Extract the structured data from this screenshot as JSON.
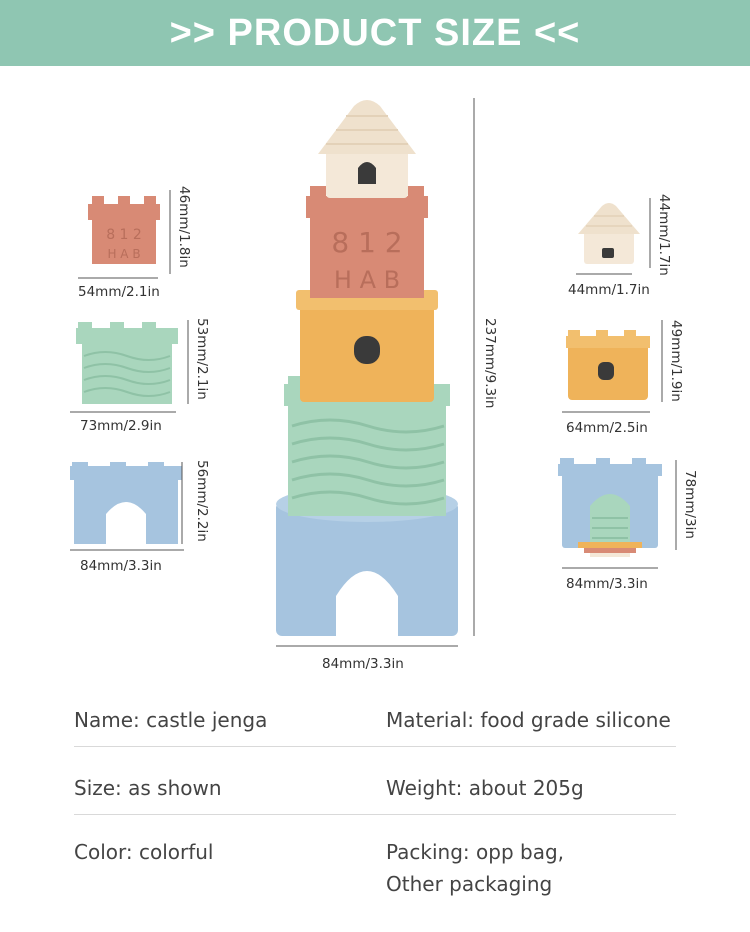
{
  "banner": {
    "title": ">> PRODUCT SIZE <<"
  },
  "colors": {
    "banner": "#8fc6b2",
    "terracotta": "#d88a75",
    "mint": "#a9d6bd",
    "sky": "#a6c4df",
    "mustard": "#efb35a",
    "cream": "#f4e8d8"
  },
  "product": {
    "block_text_top": "8 1 2",
    "block_text_bottom": "H A B"
  },
  "dimensions": {
    "left_top_h": "46mm/1.8in",
    "left_top_w": "54mm/2.1in",
    "left_mid_h": "53mm/2.1in",
    "left_mid_w": "73mm/2.9in",
    "left_bot_h": "56mm/2.2in",
    "left_bot_w": "84mm/3.3in",
    "tower_h": "237mm/9.3in",
    "tower_w": "84mm/3.3in",
    "right_top_h": "44mm/1.7in",
    "right_top_w": "44mm/1.7in",
    "right_mid_h": "49mm/1.9in",
    "right_mid_w": "64mm/2.5in",
    "right_bot_h": "78mm/3in",
    "right_bot_w": "84mm/3.3in"
  },
  "specs": {
    "name": "Name: castle jenga",
    "material": "Material: food grade silicone",
    "size": "Size: as shown",
    "weight": "Weight: about 205g",
    "color": "Color: colorful",
    "packing_line1": "Packing: opp bag,",
    "packing_line2": "Other packaging"
  }
}
